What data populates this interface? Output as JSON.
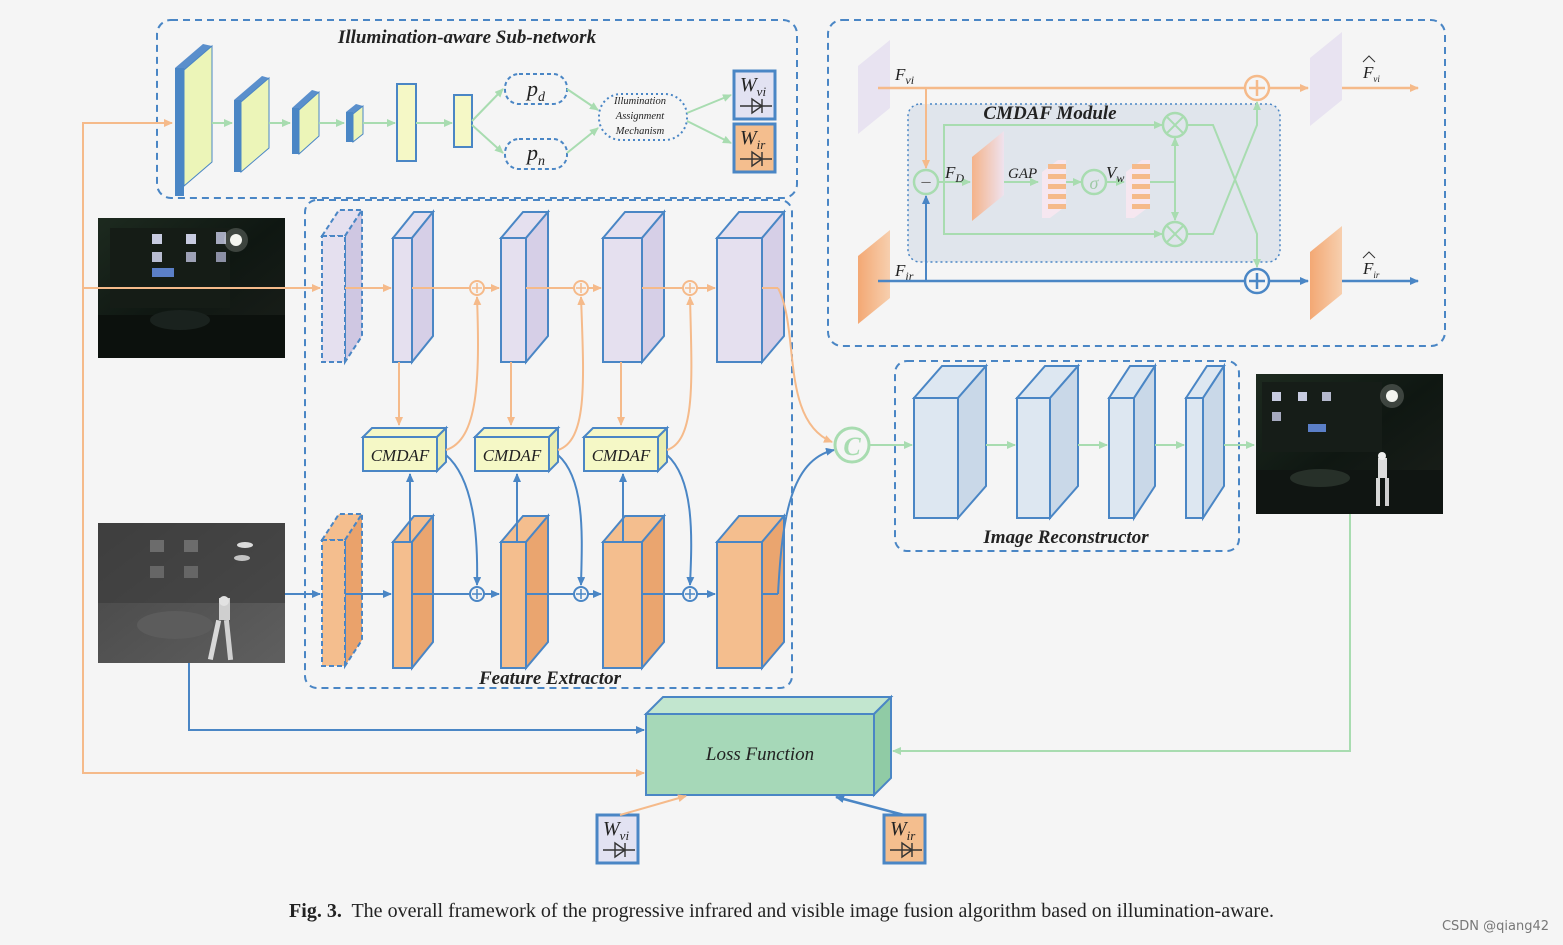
{
  "sections": {
    "illumination": "Illumination-aware Sub-network",
    "cmdaf_module": "CMDAF Module",
    "feature_extractor": "Feature Extractor",
    "image_reconstructor": "Image Reconstructor",
    "loss": "Loss Function"
  },
  "labels": {
    "pd": "p",
    "pd_sub": "d",
    "pn": "p",
    "pn_sub": "n",
    "iam": [
      "Illumination",
      "Assignment",
      "Mechanism"
    ],
    "w": "W",
    "vi": "vi",
    "ir": "ir",
    "cmdaf": "CMDAF",
    "concat": "C",
    "F": "F",
    "D": "D",
    "gap": "GAP",
    "sigma": "σ",
    "V": "V",
    "w_sub": "w",
    "minus": "−"
  },
  "caption": {
    "num": "Fig. 3.",
    "text": "The overall framework of the progressive infrared and visible image fusion algorithm based on illumination-aware."
  },
  "watermark": "CSDN @qiang42",
  "colors": {
    "blue": "#4a86c5",
    "orange": "#f5ba8a",
    "green": "#a8dcb0",
    "yellow": "#f5f8c6",
    "lavender": "#e5e0ef",
    "peach": "#f4be8e",
    "lightblue": "#dde7f1",
    "loss": "#a6d8b8"
  }
}
